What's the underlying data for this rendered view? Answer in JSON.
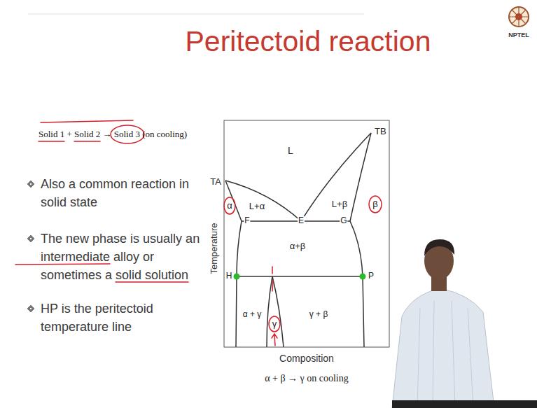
{
  "diagram": {
    "title": "Peritectoid reaction",
    "labels": [
      "Solid 1 + Solid 2 → Solid 3 (on cooling)",
      "Also a common reaction in solid state",
      "The new phase is usually an intermediate alloy or sometimes a solid solution",
      "HP is the peritectoid temperature line",
      "L",
      "TB",
      "TA",
      "L+α",
      "L+β",
      "α",
      "F",
      "E",
      "G",
      "β",
      "α+β",
      "Temperature",
      "H",
      "P",
      "α + γ",
      "γ + β",
      "γ",
      "Composition",
      "α + β → γ on cooling",
      "NPTEL"
    ]
  }
}
